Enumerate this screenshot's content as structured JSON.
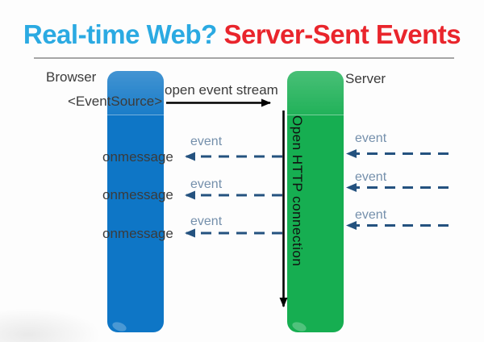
{
  "title": {
    "part1": "Real-time Web? ",
    "part2": "Server-Sent Events",
    "color_part1": "#2baae2",
    "color_part2": "#e9252c"
  },
  "diagram": {
    "browser_label": "Browser",
    "eventsource_label": "<EventSource>",
    "server_label": "Server",
    "open_stream_label": "open event stream",
    "connection_label": "Open HTTP connection",
    "onmessage_labels": [
      "onmessage",
      "onmessage",
      "onmessage"
    ],
    "left_events": [
      "event",
      "event",
      "event"
    ],
    "right_events": [
      "event",
      "event",
      "event"
    ],
    "colors": {
      "browser_bar": "#0e76c6",
      "server_bar": "#16ae51",
      "dashed_arrow": "#24527f",
      "event_text": "#7590ac",
      "label_text": "#3b3b3b",
      "solid_arrow": "#000000",
      "divider": "#a6a6a6"
    }
  }
}
